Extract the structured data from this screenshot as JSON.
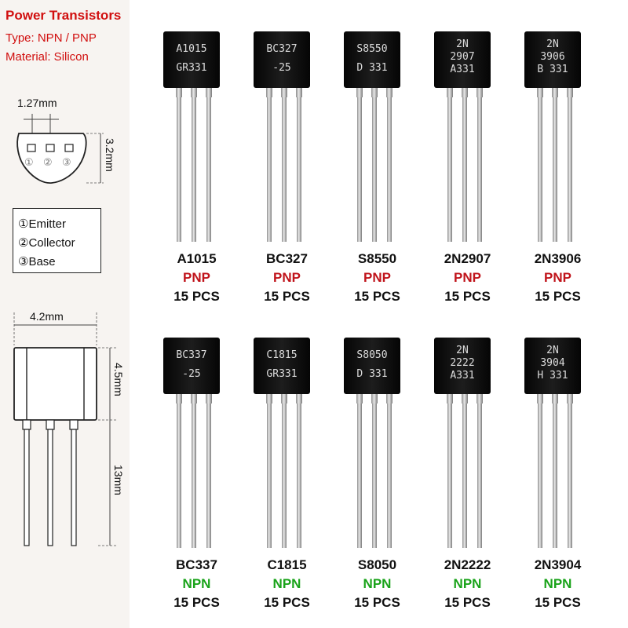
{
  "header": {
    "title": "Power Transistors",
    "type_line": "Type: NPN / PNP",
    "material_line": "Material: Silicon"
  },
  "top_diagram": {
    "pitch_label": "1.27mm",
    "height_label": "3.2mm",
    "pin_numbers": [
      "①",
      "②",
      "③"
    ]
  },
  "pin_legend": [
    "①Emitter",
    "②Collector",
    "③Base"
  ],
  "side_diagram": {
    "width_label": "4.2mm",
    "body_label": "4.5mm",
    "lead_label": "13mm"
  },
  "colors": {
    "accent_red": "#d10f0f",
    "pnp": "#c0141b",
    "npn": "#1aa31a"
  },
  "transistors": [
    {
      "name": "A1015",
      "type": "PNP",
      "qty": "15 PCS",
      "marking": [
        "A1015",
        "GR331"
      ]
    },
    {
      "name": "BC327",
      "type": "PNP",
      "qty": "15 PCS",
      "marking": [
        "BC327",
        "-25"
      ]
    },
    {
      "name": "S8550",
      "type": "PNP",
      "qty": "15 PCS",
      "marking": [
        "S8550",
        "D 331"
      ]
    },
    {
      "name": "2N2907",
      "type": "PNP",
      "qty": "15 PCS",
      "marking": [
        "2N",
        "2907",
        "A331"
      ]
    },
    {
      "name": "2N3906",
      "type": "PNP",
      "qty": "15 PCS",
      "marking": [
        "2N",
        "3906",
        "B 331"
      ]
    },
    {
      "name": "BC337",
      "type": "NPN",
      "qty": "15 PCS",
      "marking": [
        "BC337",
        "-25"
      ]
    },
    {
      "name": "C1815",
      "type": "NPN",
      "qty": "15 PCS",
      "marking": [
        "C1815",
        "GR331"
      ]
    },
    {
      "name": "S8050",
      "type": "NPN",
      "qty": "15 PCS",
      "marking": [
        "S8050",
        "D 331"
      ]
    },
    {
      "name": "2N2222",
      "type": "NPN",
      "qty": "15 PCS",
      "marking": [
        "2N",
        "2222",
        "A331"
      ]
    },
    {
      "name": "2N3904",
      "type": "NPN",
      "qty": "15 PCS",
      "marking": [
        "2N",
        "3904",
        "H 331"
      ]
    }
  ]
}
